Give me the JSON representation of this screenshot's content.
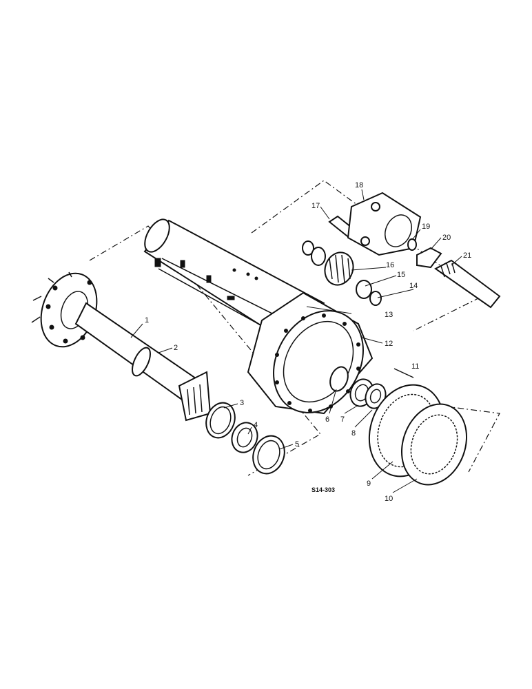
{
  "drawing_code": "S14-303",
  "callouts": {
    "c1": "1",
    "c2": "2",
    "c3": "3",
    "c4": "4",
    "c5": "5",
    "c6": "6",
    "c7": "7",
    "c8": "8",
    "c9": "9",
    "c10": "10",
    "c11": "11",
    "c12": "12",
    "c13": "13",
    "c14": "14",
    "c15": "15",
    "c16": "16",
    "c17": "17",
    "c18": "18",
    "c19": "19",
    "c20": "20",
    "c21": "21"
  }
}
